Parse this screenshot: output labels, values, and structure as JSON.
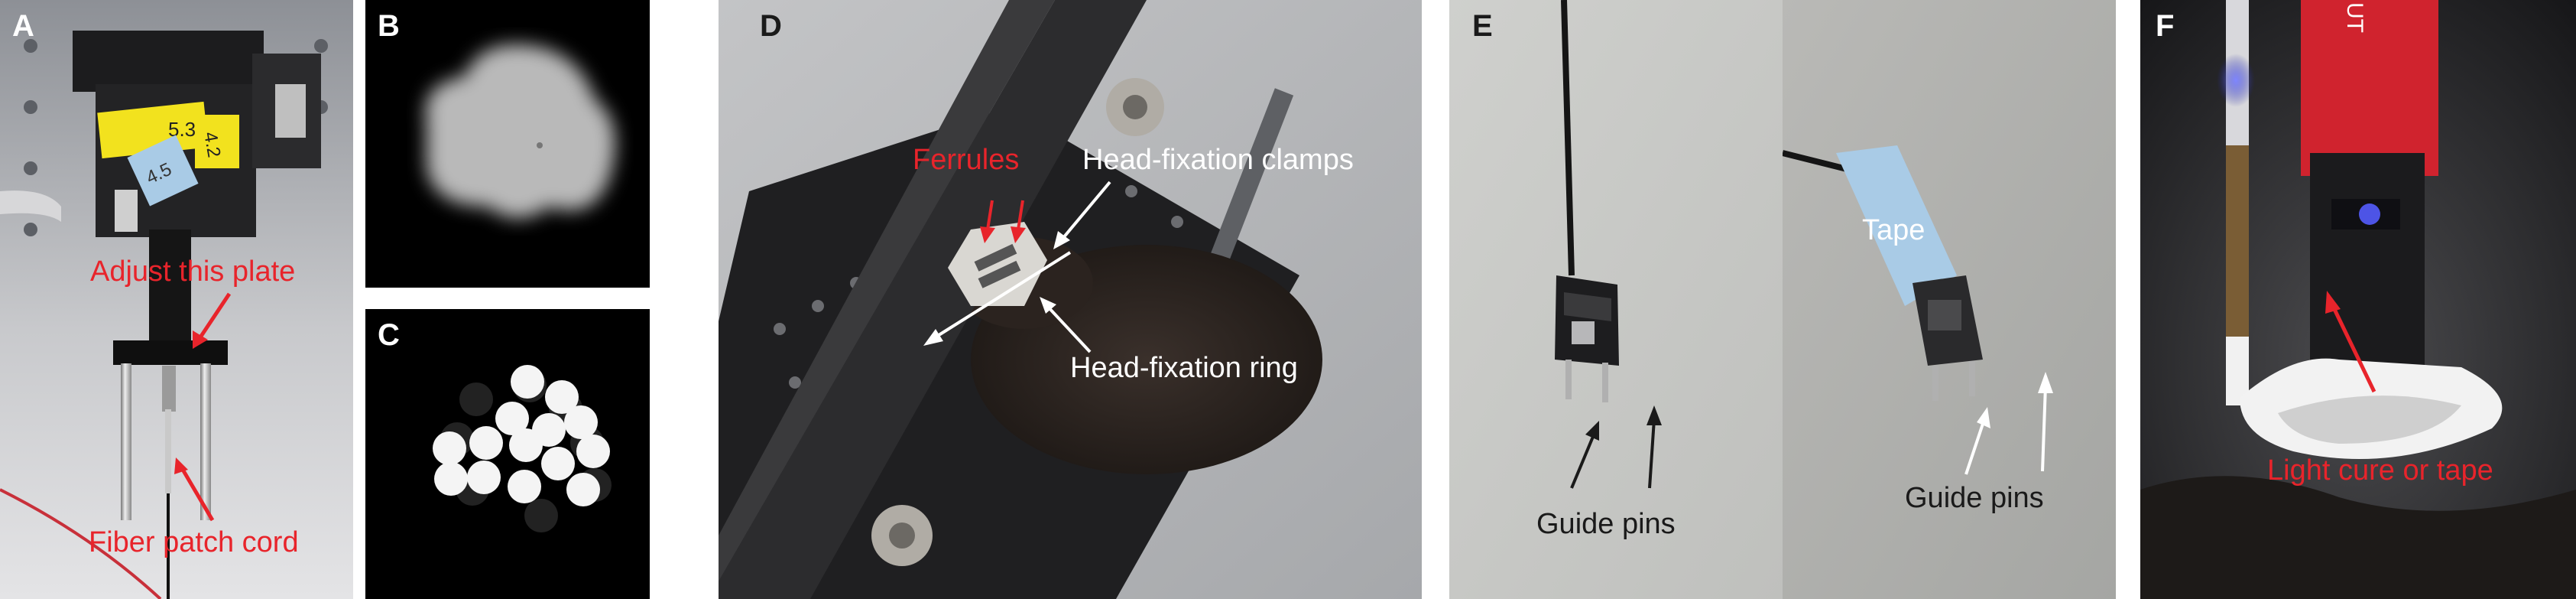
{
  "colors": {
    "annotation_red": "#e8242b",
    "annotation_white": "#ffffff",
    "annotation_dark": "#1a1a1a",
    "tape_blue": "#a9cbe6",
    "sticker_yellow": "#f2e21e"
  },
  "panels": {
    "a": {
      "letter": "A",
      "label_adjust": "Adjust this plate",
      "label_fiber": "Fiber patch cord",
      "sticker_text_1": "5.35",
      "sticker_text_2": "4.2",
      "sticker_text_3": "4.5"
    },
    "b": {
      "letter": "B"
    },
    "c": {
      "letter": "C"
    },
    "d": {
      "letter": "D",
      "label_ferrules": "Ferrules",
      "label_clamps": "Head-fixation clamps",
      "label_ring": "Head-fixation ring"
    },
    "e": {
      "letter": "E",
      "label_pins_left": "Guide pins",
      "label_tape": "Tape",
      "label_pins_right": "Guide pins"
    },
    "f": {
      "letter": "F",
      "label_light": "Light cure or tape",
      "tube_text": "UT"
    }
  }
}
